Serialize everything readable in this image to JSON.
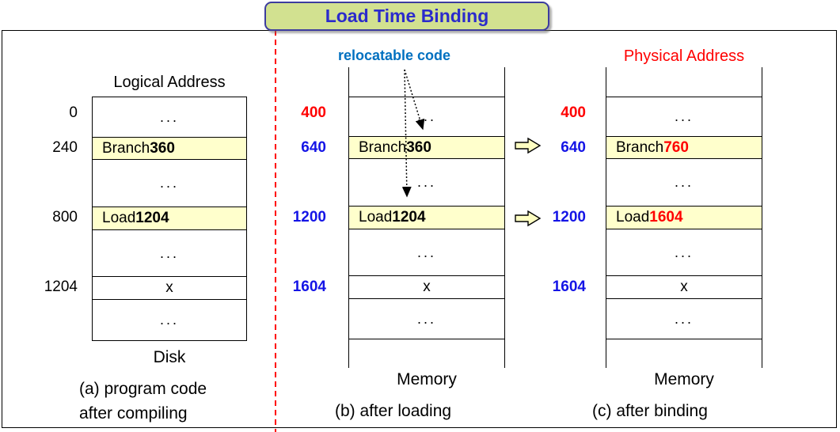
{
  "title": "Load Time Binding",
  "columns": {
    "a": {
      "heading": "Logical Address",
      "addresses": [
        {
          "text": "0",
          "color": "black"
        },
        {
          "text": "240",
          "color": "black"
        },
        {
          "text": "800",
          "color": "black"
        },
        {
          "text": "1204",
          "color": "black"
        }
      ],
      "rows": [
        {
          "name": "...",
          "value": ""
        },
        {
          "name": "Branch ",
          "value": "360"
        },
        {
          "name": "...",
          "value": ""
        },
        {
          "name": "Load ",
          "value": "1204"
        },
        {
          "name": "...",
          "value": ""
        },
        {
          "name": "x",
          "value": ""
        },
        {
          "name": "...",
          "value": ""
        }
      ],
      "footer": "Disk",
      "caption_line1": "(a) program code",
      "caption_line2": "after compiling"
    },
    "b": {
      "heading": "relocatable code",
      "addresses": [
        {
          "text": "400",
          "color": "red"
        },
        {
          "text": "640",
          "color": "blue"
        },
        {
          "text": "1200",
          "color": "blue"
        },
        {
          "text": "1604",
          "color": "blue"
        }
      ],
      "rows": [
        {
          "name": "...",
          "value": ""
        },
        {
          "name": "Branch ",
          "value": "360"
        },
        {
          "name": "...",
          "value": ""
        },
        {
          "name": "Load ",
          "value": "1204"
        },
        {
          "name": "...",
          "value": ""
        },
        {
          "name": "x",
          "value": ""
        },
        {
          "name": "...",
          "value": ""
        }
      ],
      "footer": "Memory",
      "caption_line1": "(b) after loading"
    },
    "c": {
      "heading": "Physical Address",
      "addresses": [
        {
          "text": "400",
          "color": "red"
        },
        {
          "text": "640",
          "color": "blue"
        },
        {
          "text": "1200",
          "color": "blue"
        },
        {
          "text": "1604",
          "color": "blue"
        }
      ],
      "rows": [
        {
          "name": "...",
          "value": ""
        },
        {
          "name": "Branch ",
          "value": "760"
        },
        {
          "name": "...",
          "value": ""
        },
        {
          "name": "Load ",
          "value": "1604"
        },
        {
          "name": "...",
          "value": ""
        },
        {
          "name": "x",
          "value": ""
        },
        {
          "name": "...",
          "value": ""
        }
      ],
      "footer": "Memory",
      "caption_line1": "(c) after binding"
    }
  },
  "icons": {
    "block_arrow": "right-block-arrow",
    "relocation_arrow": "dotted-down-arrow"
  },
  "colors": {
    "red": "#ff0000",
    "blue": "#1414e6",
    "title_text": "#2b2bcc",
    "title_bg": "#d2e190",
    "title_border": "#3c3c9e",
    "reloc_blue": "#0070c0",
    "row_yellow": "#ffffcc",
    "arrow_yellow": "#ffffc2",
    "separator_red": "#ff0000"
  }
}
